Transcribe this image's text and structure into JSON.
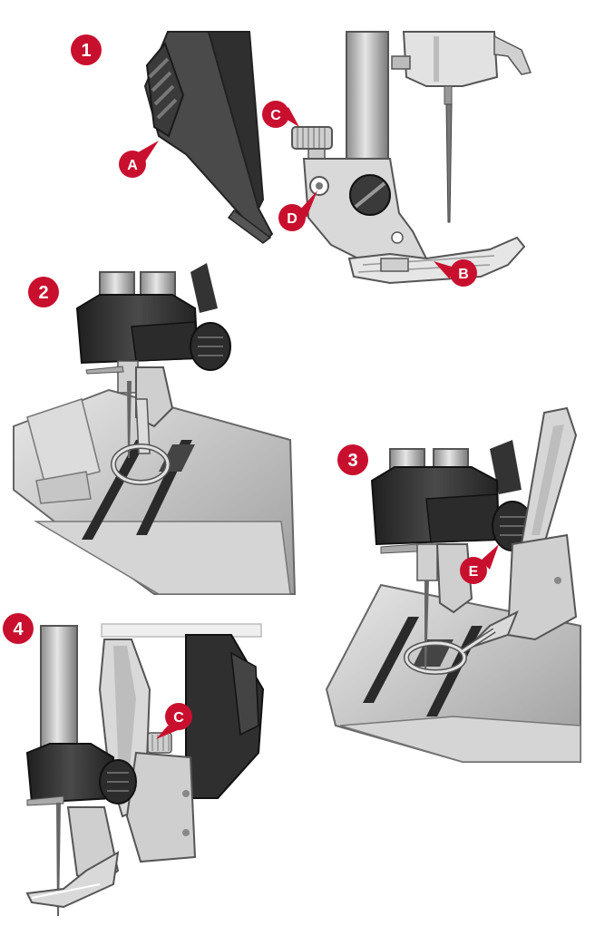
{
  "steps": [
    {
      "number": "1"
    },
    {
      "number": "2"
    },
    {
      "number": "3"
    },
    {
      "number": "4"
    }
  ],
  "callouts": {
    "presser_foot_lever": "A",
    "presser_foot": "B",
    "shank_screw_top": "C",
    "presser_foot_bar_hole": "D",
    "needle_clamp_screw": "E",
    "shank_screw_step4": "C"
  },
  "colors": {
    "badge_red": "#c8102e",
    "metal_light": "#d9d9d9",
    "metal_mid": "#a8a8a8",
    "metal_dark": "#6e6e6e",
    "plastic_dark": "#2e2e2e",
    "bed_gray": "#bdbdbd"
  },
  "icons": {
    "badge": "numbered-circle-icon",
    "callout": "lettered-callout-icon"
  }
}
